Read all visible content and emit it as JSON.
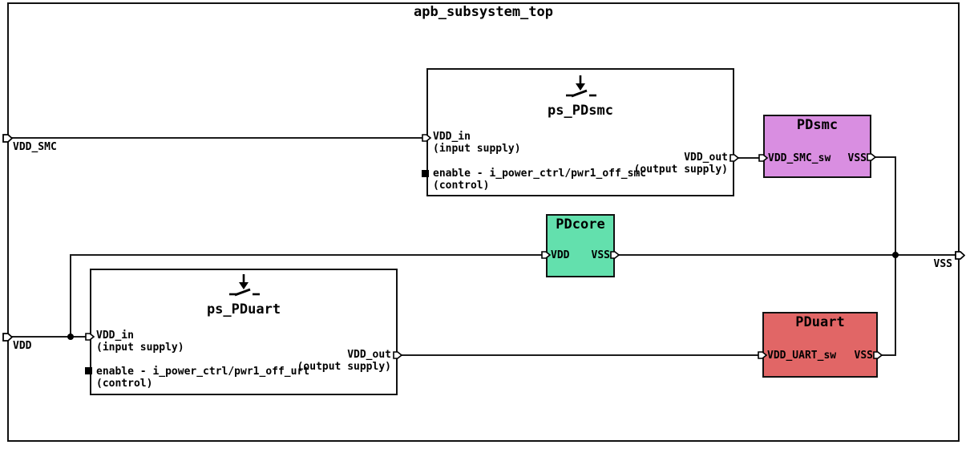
{
  "boundary": {
    "title": "apb_subsystem_top",
    "ports": {
      "vdd_smc": "VDD_SMC",
      "vdd": "VDD",
      "vss": "VSS"
    }
  },
  "colors": {
    "wire": "#1c1c1c",
    "pdsmc_fill": "#d98ee1",
    "pdcore_fill": "#63e0ad",
    "pduart_fill": "#e16666",
    "switch_fill": "#ffffff"
  },
  "switches": {
    "ps_pdsmc": {
      "title": "ps_PDsmc",
      "icon": "power-switch-icon",
      "vdd_in": "VDD_in",
      "vdd_in_sub": "(input supply)",
      "enable": "enable - i_power_ctrl/pwr1_off_smc",
      "enable_sub": "(control)",
      "vdd_out": "VDD_out",
      "vdd_out_sub": "(output supply)"
    },
    "ps_pduart": {
      "title": "ps_PDuart",
      "icon": "power-switch-icon",
      "vdd_in": "VDD_in",
      "vdd_in_sub": "(input supply)",
      "enable": "enable - i_power_ctrl/pwr1_off_urt",
      "enable_sub": "(control)",
      "vdd_out": "VDD_out",
      "vdd_out_sub": "(output supply)"
    }
  },
  "domains": {
    "pdsmc": {
      "title": "PDsmc",
      "left_port": "VDD_SMC_sw",
      "right_port": "VSS",
      "fill": "#d98ee1"
    },
    "pdcore": {
      "title": "PDcore",
      "left_port": "VDD",
      "right_port": "VSS",
      "fill": "#63e0ad"
    },
    "pduart": {
      "title": "PDuart",
      "left_port": "VDD_UART_sw",
      "right_port": "VSS",
      "fill": "#e16666"
    }
  }
}
